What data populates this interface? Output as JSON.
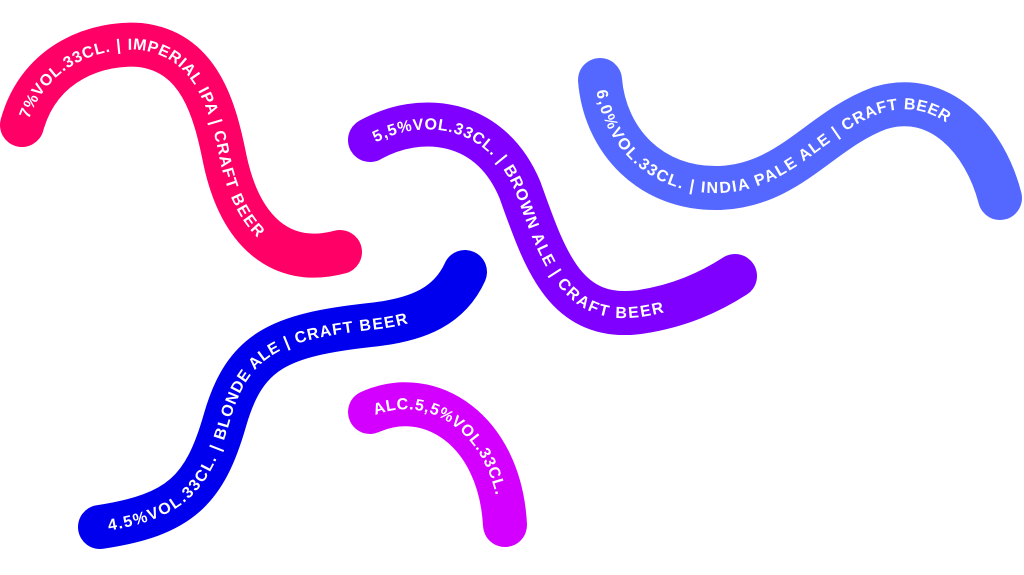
{
  "colors": {
    "background": "#ffffff",
    "text": "#ffffff",
    "imperial_ipa": "#ff0066",
    "brown_ale": "#7f00ff",
    "india_pale_ale": "#5468ff",
    "blonde_ale": "#0000ee",
    "alc_label": "#d400ff"
  },
  "ribbons": [
    {
      "id": "imperial-ipa",
      "text": "7%VOL.33CL. | IMPERIAL IPA | CRAFT BEER"
    },
    {
      "id": "brown-ale",
      "text": "5,5%VOL.33CL. | BROWN ALE | CRAFT BEER"
    },
    {
      "id": "india-pale-ale",
      "text": "6,0%VOL.33CL. | INDIA PALE ALE | CRAFT BEER"
    },
    {
      "id": "blonde-ale",
      "text": "4.5%VOL.33CL. | BLONDE ALE | CRAFT BEER"
    },
    {
      "id": "alc",
      "text": "ALC.5,5%VOL.33CL."
    }
  ]
}
